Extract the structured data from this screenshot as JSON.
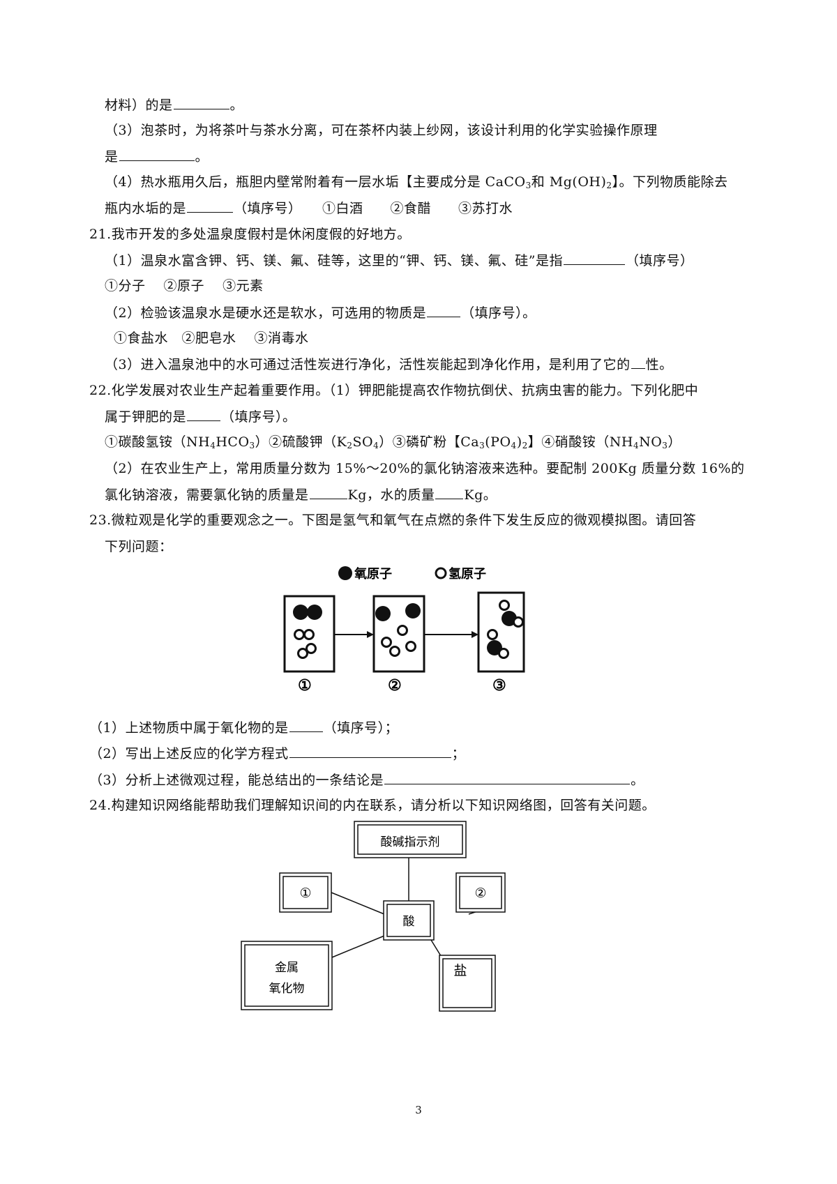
{
  "lines": {
    "l1": {
      "pre": "材料）的是",
      "post": "。"
    },
    "l2": "（3）泡茶时，为将茶叶与茶水分离，可在茶杯内装上纱网，该设计利用的化学实验操作原理",
    "l3": {
      "pre": "是",
      "post": "。"
    },
    "l4": {
      "a": "（4）热水瓶用久后，瓶胆内壁常附着有一层水垢【主要成分是 CaCO",
      "b": "3",
      "c": "和 Mg(OH)",
      "d": "2",
      "e": "】。下列物质能除去"
    },
    "l5": {
      "pre": "瓶内水垢的是",
      "post": "（填序号）　　①白酒　　②食醋　　③苏打水"
    },
    "l6": "21.我市开发的多处温泉度假村是休闲度假的好地方。",
    "l7": {
      "pre": "（1）温泉水富含钾、钙、镁、氟、硅等，这里的“钾、钙、镁、氟、硅”是指",
      "post": "（填序号）"
    },
    "l8": "①分子　 ②原子　 ③元素",
    "l9": {
      "pre": "（2）检验该温泉水是硬水还是软水，可选用的物质是",
      "post": "（填序号）。"
    },
    "l10": "①食盐水　②肥皂水　 ③消毒水",
    "l11": {
      "pre": "（3）进入温泉池中的水可通过活性炭进行净化，活性炭能起到净化作用，是利用了它的",
      "post": "性。"
    },
    "l12": "22.化学发展对农业生产起着重要作用。（1）钾肥能提高农作物抗倒伏、抗病虫害的能力。下列化肥中",
    "l13": {
      "pre": "属于钾肥的是",
      "post": "（填序号）。"
    },
    "l14": {
      "a": "①碳酸氢铵（NH",
      "b": "4",
      "c": "HCO",
      "d": "3",
      "e": "）②硫酸钾（K",
      "f": "2",
      "g": "SO",
      "h": "4",
      "i": "）③磷矿粉【Ca",
      "j": "3",
      "k": "(PO",
      "l": "4",
      "m": ")",
      "n": "2",
      "o": "】④硝酸铵（NH",
      "p": "4",
      "q": "NO",
      "r": "3",
      "s": "）"
    },
    "l15": "（2）在农业生产上，常用质量分数为 15%～20%的氯化钠溶液来选种。要配制 200Kg 质量分数 16%的",
    "l16": {
      "pre": "氯化钠溶液，需要氯化钠的质量是",
      "mid": "Kg，水的质量",
      "post": "Kg。"
    },
    "l17": "23.微粒观是化学的重要观念之一。下图是氢气和氧气在点燃的条件下发生反应的微观模拟图。请回答",
    "l18": "下列问题：",
    "l19": {
      "pre": "（1）上述物质中属于氧化物的是",
      "post": "（填序号）；"
    },
    "l20": {
      "pre": "（2）写出上述反应的化学方程式",
      "post": "；"
    },
    "l21": {
      "pre": "（3）分析上述微观过程，能总结出的一条结论是",
      "post": "。"
    },
    "l22": "24.构建知识网络能帮助我们理解知识间的内在联系，请分析以下知识网络图，回答有关问题。"
  },
  "micro_diagram": {
    "legend_o": "氧原子",
    "legend_h": "氢原子",
    "labels": [
      "①",
      "②",
      "③"
    ]
  },
  "knowledge_network": {
    "top": "酸碱指示剂",
    "left": "①",
    "right": "②",
    "center": "酸",
    "bottom_left_1": "金属",
    "bottom_left_2": "氧化物",
    "bottom_right": "盐"
  },
  "page_number": "3"
}
